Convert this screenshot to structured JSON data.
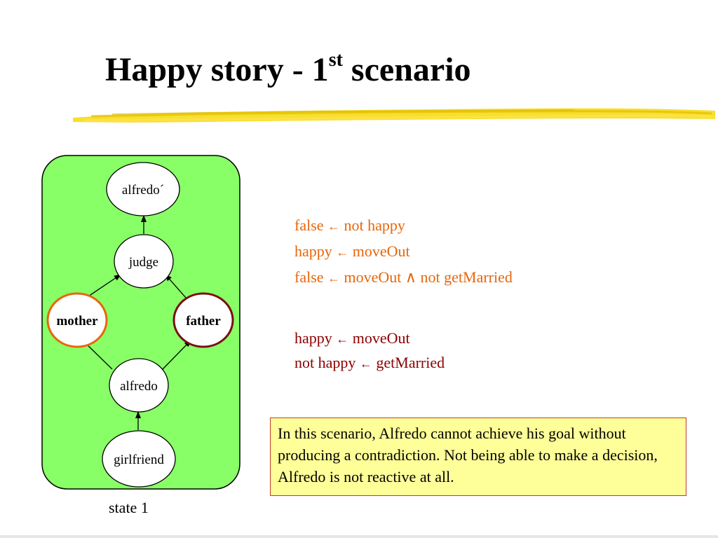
{
  "slide": {
    "title_main": "Happy story - 1",
    "title_sup": "st",
    "title_end": " scenario"
  },
  "diagram": {
    "colors": {
      "panel": "#88ff66",
      "mother": "#e8660a",
      "father": "#7a0f12",
      "node_fill": "#ffffff"
    },
    "nodes": {
      "alfredo_prime": "alfredo´",
      "judge": "judge",
      "mother": "mother",
      "father": "father",
      "alfredo": "alfredo",
      "girlfriend": "girlfriend"
    },
    "state_label": "state 1"
  },
  "rules": {
    "mother": [
      {
        "head": "false",
        "body": "not happy"
      },
      {
        "head": "happy",
        "body": "moveOut"
      },
      {
        "head": "false",
        "body": "moveOut",
        "conj": "not getMarried"
      }
    ],
    "father": [
      {
        "head": "happy",
        "body": "moveOut"
      },
      {
        "head": "not happy",
        "body": "getMarried"
      }
    ],
    "arrow_symbol": "←",
    "and_symbol": "∧"
  },
  "note": {
    "text": "In this scenario, Alfredo cannot achieve his goal without producing a contradiction. Not being able to make a decision, Alfredo is not reactive at all."
  }
}
